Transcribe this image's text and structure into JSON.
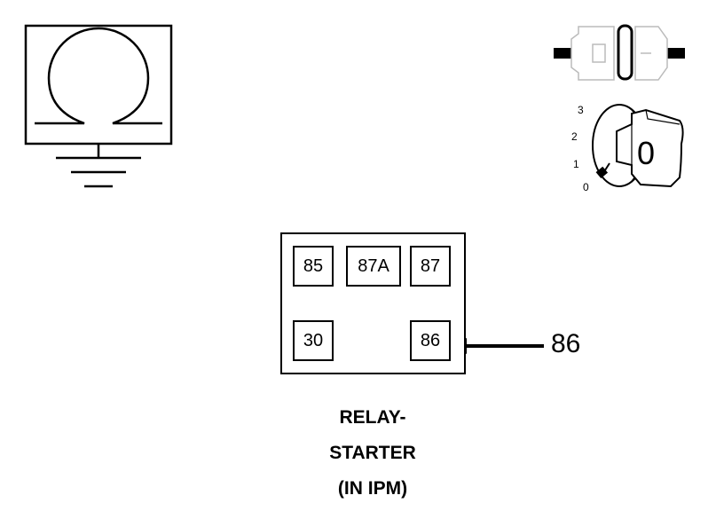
{
  "ground_symbol": {
    "icon": "omega-ground-icon"
  },
  "connector_symbol": {
    "icon": "inline-connector-icon"
  },
  "ignition_switch": {
    "icon": "ignition-key-icon",
    "positions": [
      "3",
      "2",
      "1",
      "0"
    ],
    "key_label": "0"
  },
  "relay": {
    "pins": [
      "85",
      "87A",
      "87",
      "30",
      "86"
    ],
    "callout_label": "86",
    "caption_lines": [
      "RELAY-",
      "STARTER",
      "(IN IPM)"
    ]
  }
}
